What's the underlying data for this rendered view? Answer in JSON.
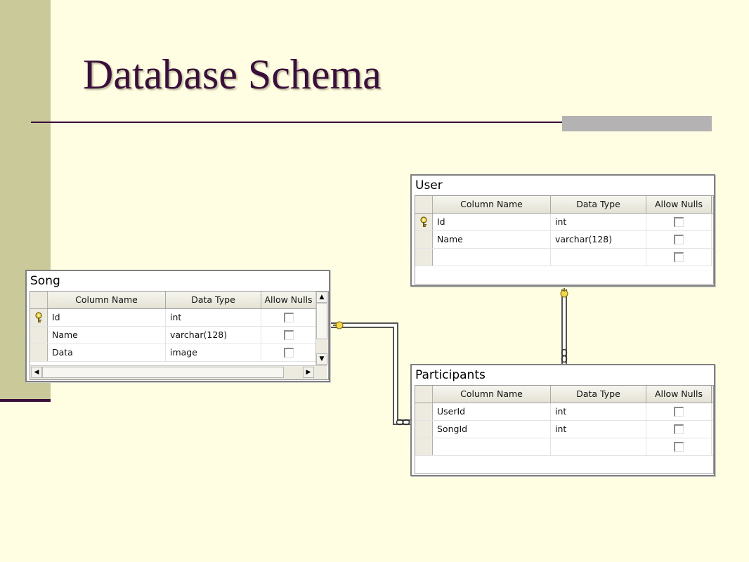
{
  "slide": {
    "title": "Database Schema",
    "colors": {
      "background": "#FFFEE2",
      "title": "#3A0F3A",
      "left_bar": "#C9C99A",
      "rule": "#3A0F3A",
      "rule_box": "#B4B2B3"
    }
  },
  "grid_headers": {
    "column_name": "Column Name",
    "data_type": "Data Type",
    "allow_nulls": "Allow Nulls"
  },
  "tables": {
    "user": {
      "name": "User",
      "rows": [
        {
          "column": "Id",
          "type": "int",
          "key": true,
          "nulls": false
        },
        {
          "column": "Name",
          "type": "varchar(128)",
          "key": false,
          "nulls": false
        },
        {
          "column": "",
          "type": "",
          "key": false,
          "nulls": false
        }
      ]
    },
    "song": {
      "name": "Song",
      "rows": [
        {
          "column": "Id",
          "type": "int",
          "key": true,
          "nulls": false
        },
        {
          "column": "Name",
          "type": "varchar(128)",
          "key": false,
          "nulls": false
        },
        {
          "column": "Data",
          "type": "image",
          "key": false,
          "nulls": false
        }
      ]
    },
    "participants": {
      "name": "Participants",
      "rows": [
        {
          "column": "UserId",
          "type": "int",
          "key": false,
          "nulls": false
        },
        {
          "column": "SongId",
          "type": "int",
          "key": false,
          "nulls": false
        },
        {
          "column": "",
          "type": "",
          "key": false,
          "nulls": false
        }
      ]
    }
  },
  "relationships": [
    {
      "from": "User.Id",
      "to": "Participants.UserId",
      "one_end": "key-icon",
      "many_end": "infinity-icon"
    },
    {
      "from": "Song.Id",
      "to": "Participants.SongId",
      "one_end": "key-icon",
      "many_end": "infinity-icon"
    }
  ],
  "icons": {
    "primary_key": "key-icon",
    "many": "infinity-icon",
    "scroll_up": "arrow-up-icon",
    "scroll_down": "arrow-down-icon",
    "scroll_left": "arrow-left-icon",
    "scroll_right": "arrow-right-icon"
  }
}
